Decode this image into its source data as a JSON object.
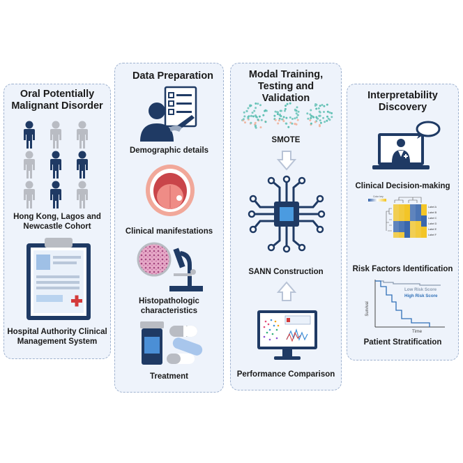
{
  "panels": [
    {
      "title": "Oral Potentially Malignant Disorder",
      "items": [
        "Hong Kong, Lagos and Newcastle Cohort",
        "Hospital Authority Clinical Management System"
      ]
    },
    {
      "title": "Data Preparation",
      "items": [
        "Demographic details",
        "Clinical manifestations",
        "Histopathologic characteristics",
        "Treatment"
      ]
    },
    {
      "title": "Modal Training, Testing and Validation",
      "items": [
        "SMOTE",
        "SANN Construction",
        "Performance Comparison"
      ]
    },
    {
      "title": "Interpretability Discovery",
      "items": [
        "Clinical Decision-making",
        "Risk Factors Identification",
        "Patient Stratification"
      ]
    }
  ],
  "heatmap": {
    "key_title": "Color key",
    "row_labels": [
      "Label A",
      "Label B",
      "Label C",
      "Label D",
      "Label E",
      "Label F"
    ]
  },
  "survival_plot": {
    "ylabel": "Survival",
    "xlabel": "Time",
    "legend": [
      {
        "name": "Low Risk Score",
        "color": "#8a9bb0"
      },
      {
        "name": "High Risk Score",
        "color": "#2e6fb7"
      }
    ]
  },
  "colors": {
    "navy": "#1f3a64",
    "grey_person": "#b9bcc3",
    "arrow": "#b8c3d6",
    "heat_yellow": "#f2c21b",
    "heat_blue": "#2f5fa8"
  }
}
